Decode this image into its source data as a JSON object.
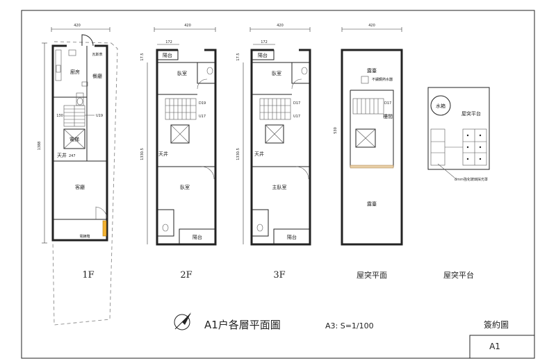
{
  "sheet": {
    "title": "A1户各層平面圖",
    "scale": "A3: S=1/100",
    "stamp_label": "簽約圖",
    "sheet_no": "A1"
  },
  "plans": {
    "f1": {
      "caption": "1F",
      "dim_width": "420",
      "dim_depth": "1388",
      "rooms": {
        "kitchen": "廚房",
        "dining": "餐廳",
        "light_well": "天井",
        "elevator": "電梯",
        "living": "客廳",
        "meter": "電錶箱",
        "gas_meter": "瓦斯表"
      },
      "marks": {
        "riser": "U19",
        "dim_130": "130",
        "dim_247": "247"
      }
    },
    "f2": {
      "caption": "2F",
      "dim_width": "420",
      "dim_172": "172",
      "dim_175": "17.5",
      "dim_depth": "1330.5",
      "rooms": {
        "balcony_front": "陽台",
        "bedroom_front": "臥室",
        "light_well": "天井",
        "bedroom_rear": "臥室",
        "balcony_rear": "陽台"
      },
      "marks": {
        "down": "D19",
        "up": "U17"
      }
    },
    "f3": {
      "caption": "3F",
      "dim_width": "420",
      "dim_172": "172",
      "dim_175": "17.5",
      "dim_depth": "1330.5",
      "rooms": {
        "balcony_front": "陽台",
        "bedroom_front": "臥室",
        "light_well": "天井",
        "master_bedroom": "主臥室",
        "balcony_rear": "陽台"
      },
      "marks": {
        "down": "D17",
        "up": "U17"
      }
    },
    "roof": {
      "caption": "屋突平面",
      "dim_width": "420",
      "dim_depth": "530",
      "rooms": {
        "terrace_front": "露臺",
        "stair_hall": "樓間",
        "terrace_rear": "露臺",
        "water_heater": "不鏽鋼熱水器"
      },
      "marks": {
        "down": "D17"
      }
    },
    "roof_platform": {
      "caption": "屋突平台",
      "labels": {
        "water_tank": "水箱",
        "platform": "屋突平台",
        "skylight_note": "8mm強化玻璃採光罩"
      }
    }
  }
}
